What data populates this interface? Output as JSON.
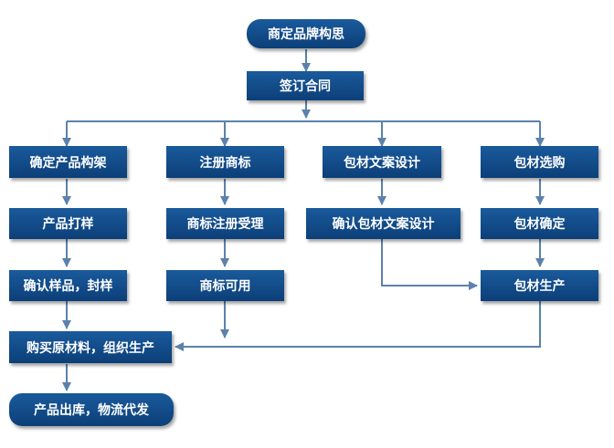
{
  "title": "商定品牌构思",
  "contract": "签订合同",
  "branches": {
    "product": {
      "head": "确定产品构架",
      "step1": "产品打样",
      "step2": "确认样品，封样"
    },
    "trademark": {
      "head": "注册商标",
      "step1": "商标注册受理",
      "step2": "商标可用"
    },
    "copy": {
      "head": "包材文案设计",
      "step1": "确认包材文案设计"
    },
    "packaging": {
      "head": "包材选购",
      "step1": "包材确定",
      "step2": "包材生产"
    }
  },
  "purchase": "购买原材料，组织生产",
  "shipping": "产品出库，物流代发",
  "colors": {
    "node_fill_top": "#1a5a9c",
    "node_fill_bottom": "#0c3f78",
    "connector": "#5b82ab",
    "text": "#ffffff"
  }
}
